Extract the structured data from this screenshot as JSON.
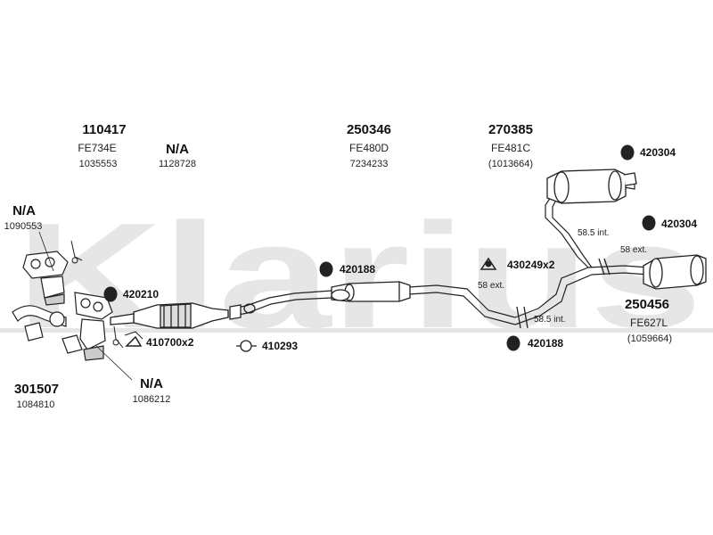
{
  "watermark": "Klarius",
  "groups": {
    "g110417": {
      "code": "110417",
      "ref": "FE734E",
      "num": "1035553"
    },
    "gNA1": {
      "code": "N/A",
      "num": "1128728"
    },
    "g250346": {
      "code": "250346",
      "ref": "FE480D",
      "num": "7234233"
    },
    "g270385": {
      "code": "270385",
      "ref": "FE481C",
      "num": "(1013664)"
    },
    "gNAleft": {
      "code": "N/A",
      "num": "1090553"
    },
    "g301507": {
      "code": "301507",
      "num": "1084810"
    },
    "gNA2": {
      "code": "N/A",
      "num": "1086212"
    },
    "g250456": {
      "code": "250456",
      "ref": "FE627L",
      "num": "(1059664)"
    }
  },
  "parts": {
    "p420304a": "420304",
    "p420304b": "420304",
    "p420188a": "420188",
    "p430249": "430249x2",
    "p420210": "420210",
    "p410700": "410700x2",
    "p410293": "410293",
    "p420188b": "420188"
  },
  "notes": {
    "n585a": "58.5 int.",
    "n58a": "58 ext.",
    "n58b": "58 ext.",
    "n585b": "58.5 int."
  }
}
